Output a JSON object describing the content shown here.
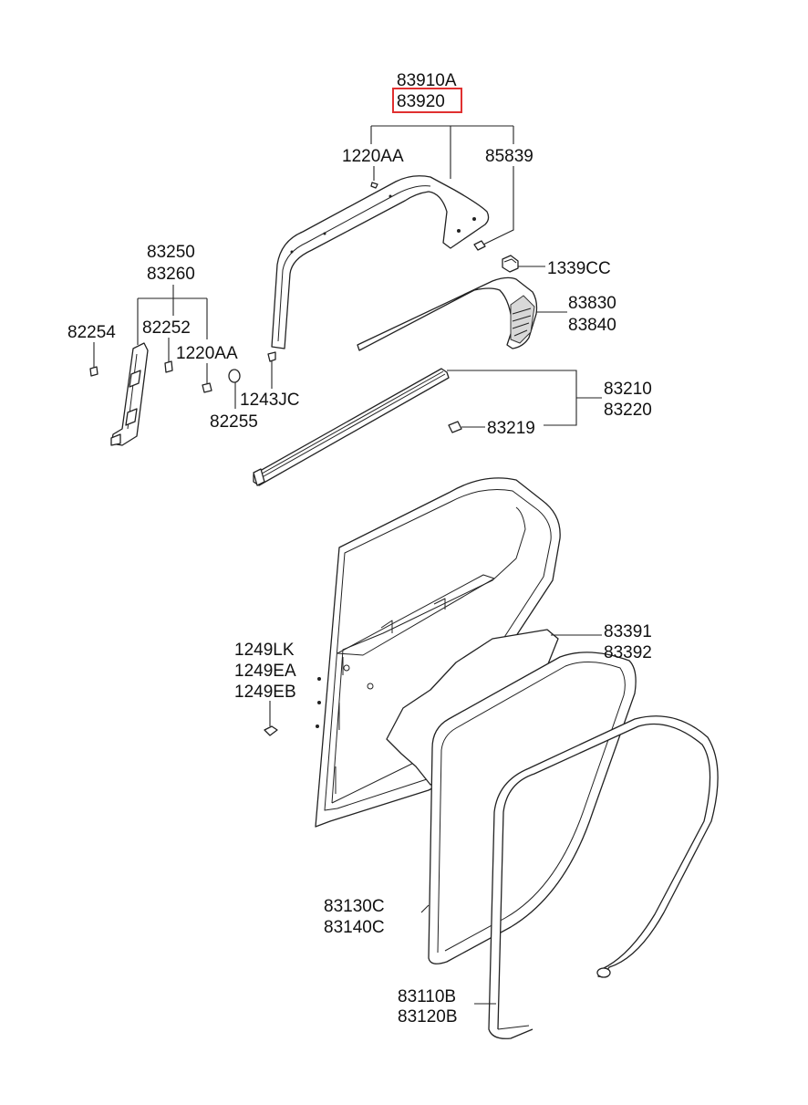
{
  "diagram": {
    "highlight_color": "#e03030",
    "labels": {
      "p83910A": "83910A",
      "p83920": "83920",
      "p1220AA_top": "1220AA",
      "p85839": "85839",
      "p1339CC": "1339CC",
      "p83830": "83830",
      "p83840": "83840",
      "p83250": "83250",
      "p83260": "83260",
      "p82254": "82254",
      "p82252": "82252",
      "p1220AA_mid": "1220AA",
      "p1243JC": "1243JC",
      "p82255": "82255",
      "p83210": "83210",
      "p83220": "83220",
      "p83219": "83219",
      "p83391": "83391",
      "p83392": "83392",
      "p1249LK": "1249LK",
      "p1249EA": "1249EA",
      "p1249EB": "1249EB",
      "p83130C": "83130C",
      "p83140C": "83140C",
      "p83110B": "83110B",
      "p83120B": "83120B"
    }
  }
}
